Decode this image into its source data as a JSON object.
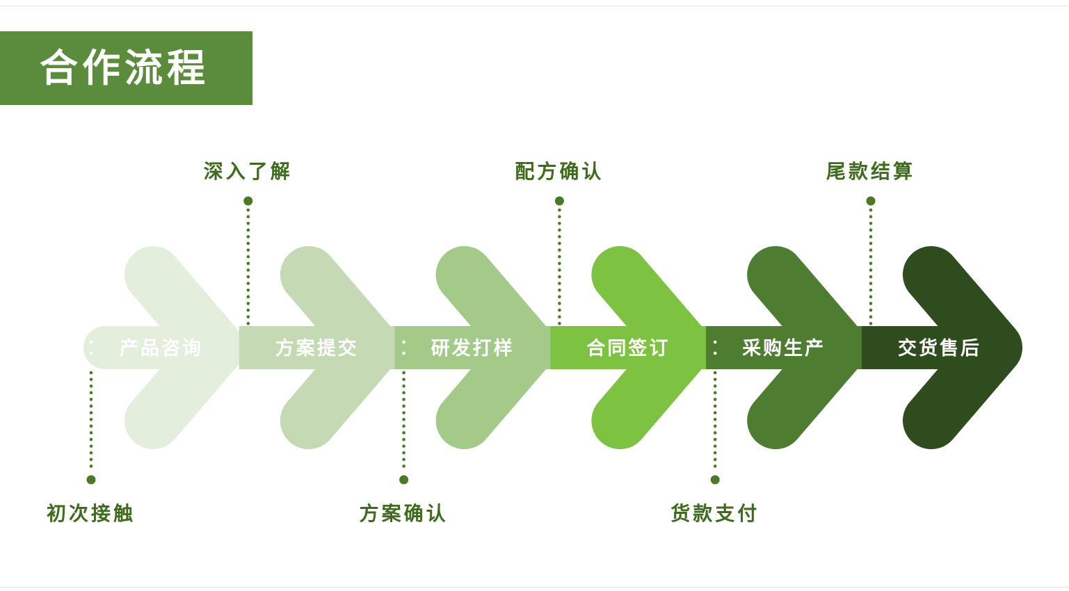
{
  "title": "合作流程",
  "colors": {
    "title_bg": "#5a8c3c",
    "milestone_text": "#3e6b1e",
    "dotted_line": "#4a7a24",
    "step_text": "#ffffff",
    "background": "#ffffff"
  },
  "steps": [
    {
      "label": "产品咨询",
      "color": "#e4eedd"
    },
    {
      "label": "方案提交",
      "color": "#c5dab4"
    },
    {
      "label": "研发打样",
      "color": "#a4ca89"
    },
    {
      "label": "合同签订",
      "color": "#7dc241"
    },
    {
      "label": "采购生产",
      "color": "#4e7d31"
    },
    {
      "label": "交货售后",
      "color": "#2f4c1e"
    }
  ],
  "milestones": [
    {
      "label": "初次接触",
      "side": "bottom"
    },
    {
      "label": "深入了解",
      "side": "top"
    },
    {
      "label": "方案确认",
      "side": "bottom"
    },
    {
      "label": "配方确认",
      "side": "top"
    },
    {
      "label": "货款支付",
      "side": "bottom"
    },
    {
      "label": "尾款结算",
      "side": "top"
    }
  ]
}
